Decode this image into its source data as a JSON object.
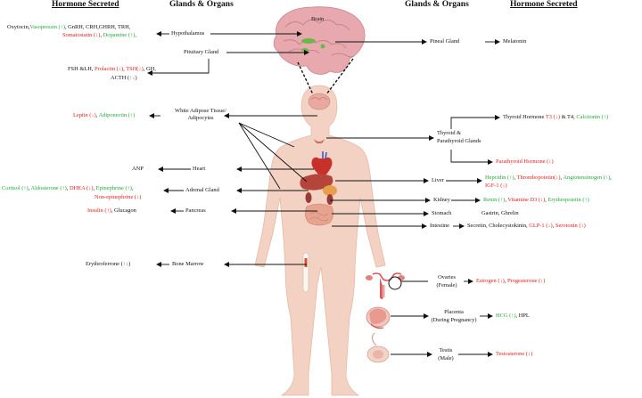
{
  "headers": {
    "left_hormone": "Hormone Secreted",
    "left_glands": "Glands & Organs",
    "right_glands": "Glands & Organs",
    "right_hormone": "Hormone Secreted"
  },
  "organs": {
    "brain": "Brain",
    "hypothalamus": "Hypothalamus",
    "pituitary": "Pituitary Gland",
    "white_adipose": "White Adipose Tissue/",
    "adipocytes": "Adipocytes",
    "heart": "Heart",
    "adrenal": "Adrenal Gland",
    "pancreas": "Pancreas",
    "bone_marrow": "Bone Marrow",
    "pineal": "Pineal Gland",
    "thyroid_1": "Thyroid &",
    "thyroid_2": "Parathyroid Glands",
    "liver": "Liver",
    "kidney": "Kidney",
    "stomach": "Stomach",
    "intestine": "Intestine",
    "ovaries_1": "Ovaries",
    "ovaries_2": "(Female)",
    "placenta_1": "Placenta",
    "placenta_2": "(During Pregnancy)",
    "testis_1": "Testis",
    "testis_2": "(Male)"
  },
  "hormones": {
    "hypo_a1": "Oxytocin,",
    "hypo_a2": "Vasopressin (↑)",
    "hypo_a3": ", GnRH, CRH,GHRH, TRH,",
    "hypo_b1": "Somatostatin (↓)",
    "hypo_b2": ", ",
    "hypo_b3": "Dopamine (↑)",
    "hypo_b4": ",",
    "pit_a1": "FSH &LH, ",
    "pit_a2": "Prolactin (↓)",
    "pit_a3": ", ",
    "pit_a4": "TSH(↓)",
    "pit_a5": ", GH,",
    "pit_b1": "ACTH (",
    "pit_b2": "↑",
    "pit_b3": "↓",
    "pit_b4": ")",
    "wat_1": "Leptin (↓)",
    "wat_2": ", ",
    "wat_3": "Adiponectin (↑)",
    "heart": "ANP",
    "adr_a1": "Cortisol (↑)",
    "adr_a2": ", ",
    "adr_a3": "Aldosterone (↑)",
    "adr_a4": ", ",
    "adr_a5": "DHEA (↓)",
    "adr_a6": ", ",
    "adr_a7": "Epinephrine (↑)",
    "adr_a8": ",",
    "adr_b": "Non-epinephrine (↓)",
    "pan_1": "Insulin (↑)",
    "pan_2": ", Glucagon",
    "bm_1": "Erythroferrone (",
    "bm_2": "↑",
    "bm_3": "↓",
    "bm_4": ")",
    "pineal": "Melatonin",
    "thy_a1": "Thyroid Hormone ",
    "thy_a2": "T3 (↓)",
    "thy_a3": " & T4, ",
    "thy_a4": "Calcitonin (↑)",
    "parathyroid": "Parathyroid Hormone (↓)",
    "liv_a1": "Hepcidin (↑)",
    "liv_a2": ", ",
    "liv_a3": "Thrombopoietin(↓)",
    "liv_a4": ", ",
    "liv_a5": "Angiotensinogen (↑)",
    "liv_a6": ",",
    "liv_b": "IGF-1 (↓)",
    "kid_1": "Renin (↑)",
    "kid_2": ", ",
    "kid_3": "Vitamine D3 (↓)",
    "kid_4": ", ",
    "kid_5": "Erythropoietin (↑)",
    "stomach": "Gastrin, Ghrelin",
    "int_1": "Secretin, Cholecystokinin, ",
    "int_2": "GLP-1 (↓)",
    "int_3": ", ",
    "int_4": "Serotonin (↓)",
    "ova_1": "Estrogen (↓)",
    "ova_2": ", ",
    "ova_3": "Progesterone (↓)",
    "pla_1": "HCG (↑)",
    "pla_2": ", HPL",
    "tes": "Testosterone (↓)"
  },
  "colors": {
    "increase": "#22a83a",
    "decrease": "#e0201c",
    "skin": "#f3d2c3",
    "skin_dark": "#e7b9a7"
  }
}
